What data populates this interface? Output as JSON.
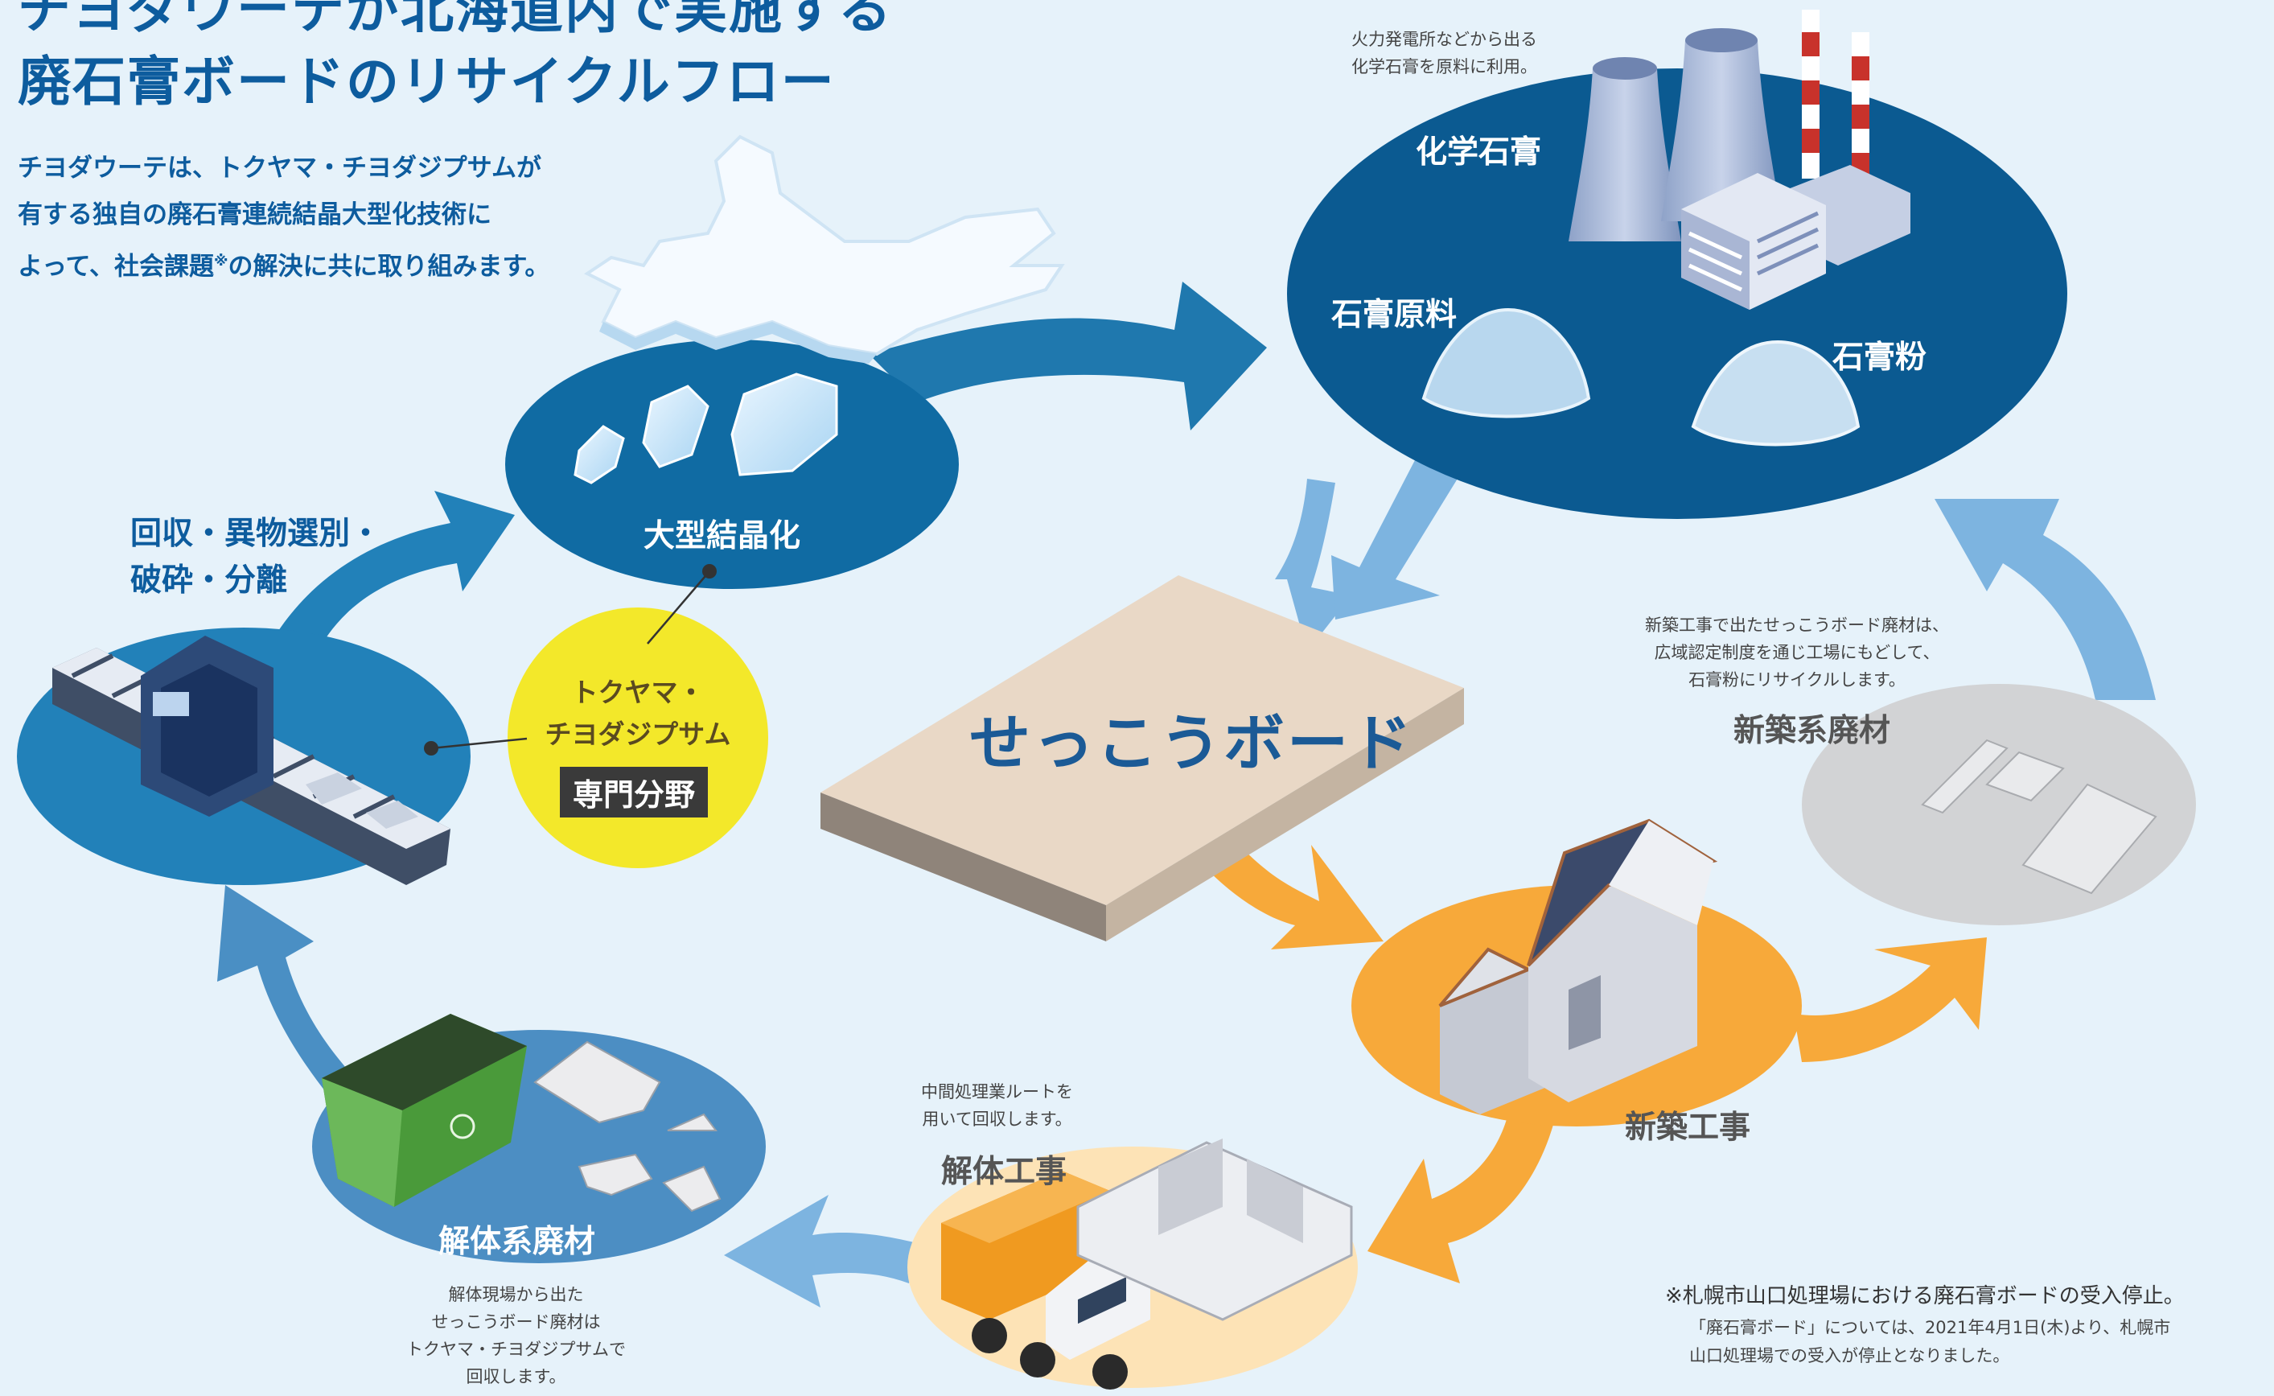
{
  "title": {
    "line1": "チヨダウーテが北海道内で実施する",
    "line2": "廃石膏ボードのリサイクルフロー"
  },
  "intro": {
    "line1": "チヨダウーテは、トクヤマ・チヨダジプサムが",
    "line2": "有する独自の廃石膏連続結晶大型化技術に",
    "line3_before": "よって、社会課題",
    "line3_mark": "※",
    "line3_after": "の解決に共に取り組みます。"
  },
  "nodes": {
    "chemical": {
      "caption_line1": "火力発電所などから出る",
      "caption_line2": "化学石膏を原料に利用。",
      "label_chemical": "化学石膏",
      "label_raw": "石膏原料",
      "label_powder": "石膏粉"
    },
    "crystal": {
      "label": "大型結晶化"
    },
    "collect": {
      "label_line1": "回収・異物選別・",
      "label_line2": "破砕・分離"
    },
    "tokuyama": {
      "line1": "トクヤマ・",
      "line2": "チヨダジプサム",
      "tag": "専門分野"
    },
    "board": {
      "label": "せっこうボード"
    },
    "new_waste": {
      "caption_line1": "新築工事で出たせっこうボード廃材は、",
      "caption_line2": "広域認定制度を通じ工場にもどして、",
      "caption_line3": "石膏粉にリサイクルします。",
      "label": "新築系廃材"
    },
    "new_construction": {
      "label": "新築工事"
    },
    "demolition": {
      "caption_line1": "中間処理業ルートを",
      "caption_line2": "用いて回収します。",
      "label": "解体工事"
    },
    "demolition_waste": {
      "label": "解体系廃材",
      "caption_line1": "解体現場から出た",
      "caption_line2": "せっこうボード廃材は",
      "caption_line3": "トクヤマ・チヨダジプサムで",
      "caption_line4": "回収します。"
    }
  },
  "footnote": {
    "line1": "※札幌市山口処理場における廃石膏ボードの受入停止。",
    "line2": "「廃石膏ボード」については、2021年4月1日(木)より、札幌市",
    "line3": "山口処理場での受入が停止となりました。"
  },
  "colors": {
    "background": "#e6f2fa",
    "dark_blue": "#0b5a91",
    "mid_blue": "#1f7db5",
    "light_blue": "#7fb6e2",
    "orange": "#f7a93a",
    "yellow": "#f3e82a",
    "gray": "#d2d3d5",
    "title_blue": "#0d5c9e"
  },
  "icons": [
    "hokkaido-map-icon",
    "crystal-icon",
    "power-plant-icon",
    "gypsum-pile-icon",
    "conveyor-icon",
    "gypsum-board-icon",
    "house-icon",
    "dump-truck-icon",
    "skip-container-icon",
    "board-pieces-icon"
  ]
}
